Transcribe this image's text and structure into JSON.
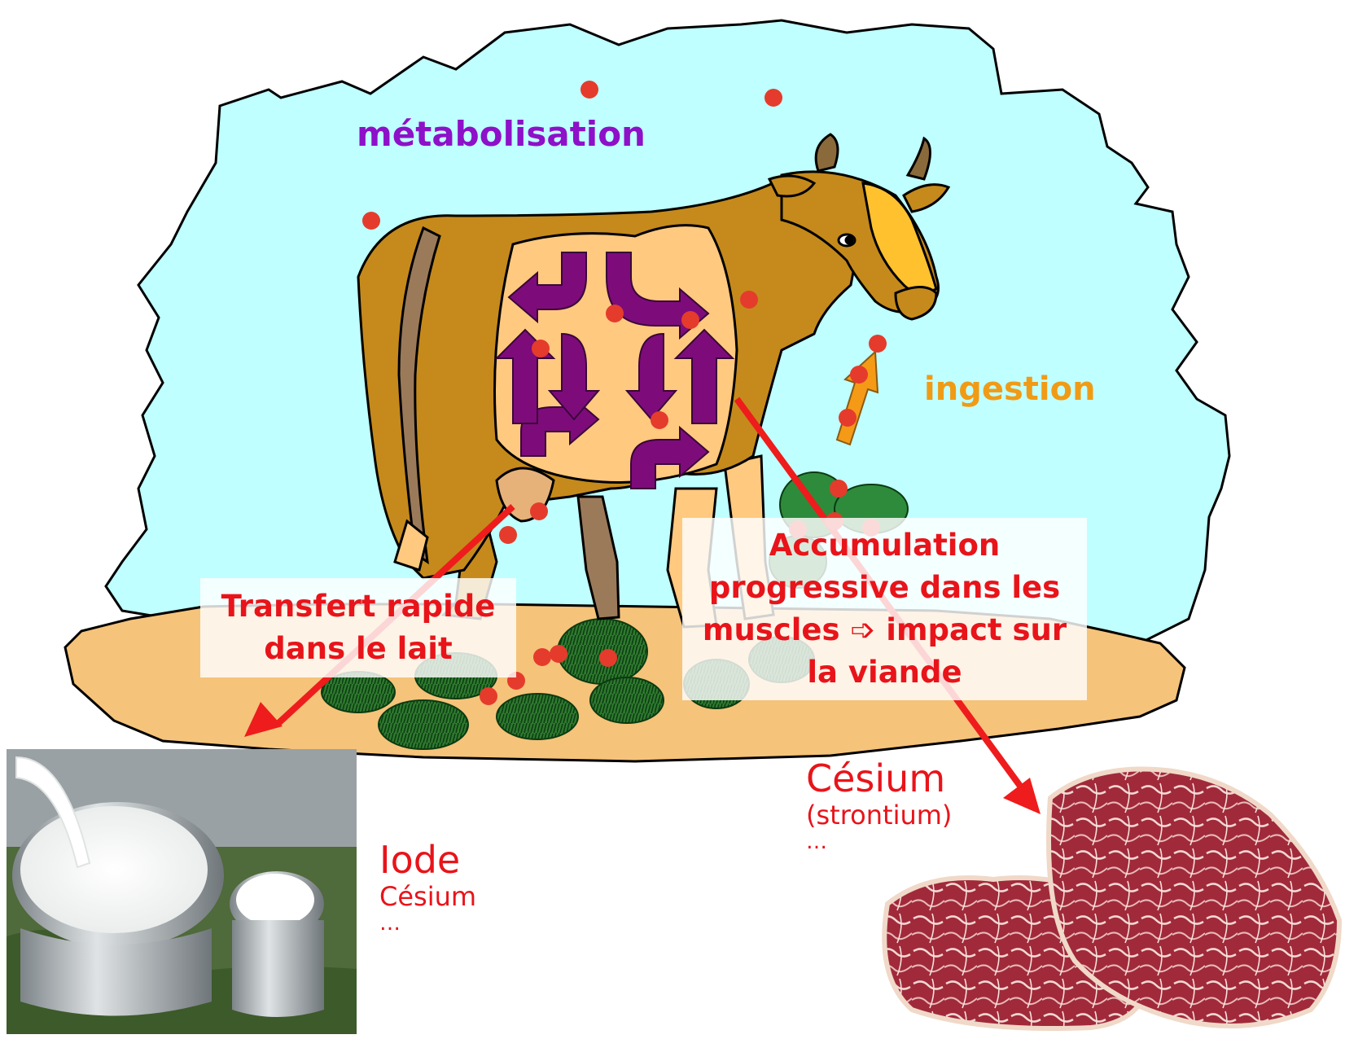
{
  "labels": {
    "metabolisation": "métabolisation",
    "ingestion": "ingestion"
  },
  "milk_box": {
    "line1": "Transfert rapide",
    "line2": "dans le lait"
  },
  "meat_box": {
    "line1": "Accumulation",
    "line2": "progressive dans les",
    "line3": "muscles ➩ impact sur",
    "line4": "la viande"
  },
  "milk_elements": {
    "main": "Iode",
    "second": "Césium",
    "ellipsis": "…"
  },
  "meat_elements": {
    "main": "Césium",
    "second": "(strontium)",
    "ellipsis": "…"
  },
  "colors": {
    "sky": "#bfffff",
    "ground": "#f5c37a",
    "cow_body": "#c58a1b",
    "cow_patch": "#ffc97f",
    "metabolism_arrows": "#7d0c7a",
    "ingestion_arrow": "#f59a16",
    "transfer_arrows": "#ee1c1c",
    "particles": "#e53b2c",
    "grass": "#2f7a2f"
  }
}
